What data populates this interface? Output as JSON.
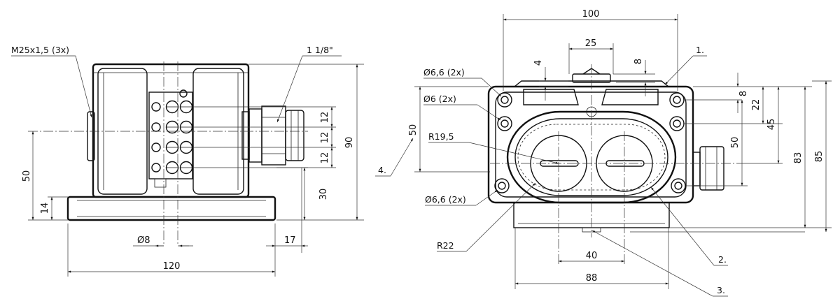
{
  "left_view": {
    "callout_thread": "M25x1,5 (3x)",
    "callout_fitting": "1 1/8\"",
    "dims": {
      "d12a": "12",
      "d12b": "12",
      "d12c": "12",
      "d90": "90",
      "d30": "30",
      "d50": "50",
      "d14": "14",
      "d8": "8",
      "d17": "17",
      "d120": "120"
    }
  },
  "right_view": {
    "callout_hole_a": "6,6 (2x)",
    "callout_hole_b": "6 (2x)",
    "callout_radius_a": "R19,5",
    "callout_hole_c": "6,6 (2x)",
    "callout_radius_b": "R22",
    "dims": {
      "d100": "100",
      "d25": "25",
      "d4": "4",
      "d8top": "8",
      "d8right": "8",
      "d22": "22",
      "d45": "45",
      "d50": "50",
      "d83": "83",
      "d85": "85",
      "d50left": "50",
      "d40": "40",
      "d88": "88"
    },
    "items": {
      "i1": "1.",
      "i2": "2.",
      "i3": "3.",
      "i4": "4."
    }
  },
  "diameter_symbol": "Ø"
}
